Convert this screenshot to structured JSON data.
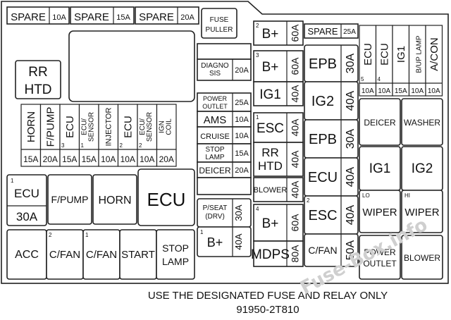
{
  "top_row": [
    {
      "label": "SPARE",
      "rating": "10A"
    },
    {
      "label": "SPARE",
      "rating": "15A"
    },
    {
      "label": "SPARE",
      "rating": "20A"
    }
  ],
  "fuse_puller": "FUSE PULLER",
  "rr_htd": "RR HTD",
  "vertical_fuses": [
    {
      "label": "HORN",
      "rating": "15A",
      "mark": ""
    },
    {
      "label": "F/PUMP",
      "rating": "20A",
      "mark": ""
    },
    {
      "label": "ECU",
      "rating": "15A",
      "mark": "3"
    },
    {
      "label": "ECU/ SENSOR",
      "rating": "15A",
      "mark": "1"
    },
    {
      "label": "INJECTOR",
      "rating": "10A",
      "mark": ""
    },
    {
      "label": "ECU",
      "rating": "10A",
      "mark": "2"
    },
    {
      "label": "ECU/ SENSOR",
      "rating": "10A",
      "mark": "2"
    },
    {
      "label": "IGN COIL",
      "rating": "20A",
      "mark": ""
    }
  ],
  "ecu_30a": {
    "mark": "1",
    "label": "ECU",
    "rating": "30A"
  },
  "mid_relays": [
    "F/PUMP",
    "HORN",
    "ECU"
  ],
  "bottom_relays": [
    {
      "label": "ACC",
      "mark": ""
    },
    {
      "label": "C/FAN",
      "mark": "2"
    },
    {
      "label": "C/FAN",
      "mark": "1"
    },
    {
      "label": "START",
      "mark": ""
    },
    {
      "label": "STOP LAMP",
      "mark": ""
    }
  ],
  "center_fuses": [
    {
      "label": "DIAGNO SIS",
      "rating": "20A"
    },
    {
      "label": "POWER OUTLET",
      "rating": "25A"
    },
    {
      "label": "AMS",
      "rating": "10A"
    },
    {
      "label": "CRUISE",
      "rating": "10A"
    },
    {
      "label": "STOP LAMP",
      "rating": "15A"
    },
    {
      "label": "DEICER",
      "rating": "20A"
    }
  ],
  "pseat": {
    "label": "P/SEAT (DRV)",
    "rating": "30A"
  },
  "bplus_small": {
    "mark": "1",
    "label": "B+",
    "rating": "40A"
  },
  "col_a": [
    {
      "mark": "2",
      "label": "B+",
      "rating": "60A"
    },
    {
      "mark": "3",
      "label": "B+",
      "rating": "60A"
    },
    {
      "mark": "",
      "label": "IG1",
      "rating": "40A"
    },
    {
      "mark": "1",
      "label": "ESC",
      "rating": "40A"
    },
    {
      "mark": "",
      "label": "RR HTD",
      "rating": "40A"
    },
    {
      "mark": "",
      "label": "BLOWER",
      "rating": "40A"
    },
    {
      "mark": "4",
      "label": "B+",
      "rating": "60A"
    },
    {
      "mark": "",
      "label": "MDPS",
      "rating": "80A"
    }
  ],
  "spare25": {
    "label": "SPARE",
    "rating": "25A"
  },
  "col_b": [
    {
      "mark": "",
      "label": "EPB",
      "rating": "30A"
    },
    {
      "mark": "",
      "label": "IG2",
      "rating": "40A"
    },
    {
      "mark": "",
      "label": "EPB",
      "rating": "30A"
    },
    {
      "mark": "",
      "label": "ECU",
      "rating": "40A"
    },
    {
      "mark": "2",
      "label": "ESC",
      "rating": "40A"
    },
    {
      "mark": "",
      "label": "C/FAN",
      "rating": "50A"
    }
  ],
  "right_small": [
    {
      "label": "ECU",
      "rating": "10A",
      "mark": "5"
    },
    {
      "label": "ECU",
      "rating": "10A",
      "mark": "4"
    },
    {
      "label": "IG1",
      "rating": "15A",
      "mark": ""
    },
    {
      "label": "B/UP LAMP",
      "rating": "10A",
      "mark": ""
    },
    {
      "label": "A/CON",
      "rating": "10A",
      "mark": ""
    }
  ],
  "right_relays": [
    {
      "label": "DEICER",
      "mark": ""
    },
    {
      "label": "WASHER",
      "mark": ""
    },
    {
      "label": "IG1",
      "mark": ""
    },
    {
      "label": "IG2",
      "mark": ""
    },
    {
      "label": "WIPER",
      "mark": "LO"
    },
    {
      "label": "WIPER",
      "mark": "HI"
    },
    {
      "label": "POWER OUTLET",
      "mark": ""
    },
    {
      "label": "BLOWER",
      "mark": ""
    }
  ],
  "footer": {
    "line1": "USE THE DESIGNATED FUSE AND RELAY ONLY",
    "line2": "91950-2T810"
  },
  "watermark": "Fuse-Box.info"
}
